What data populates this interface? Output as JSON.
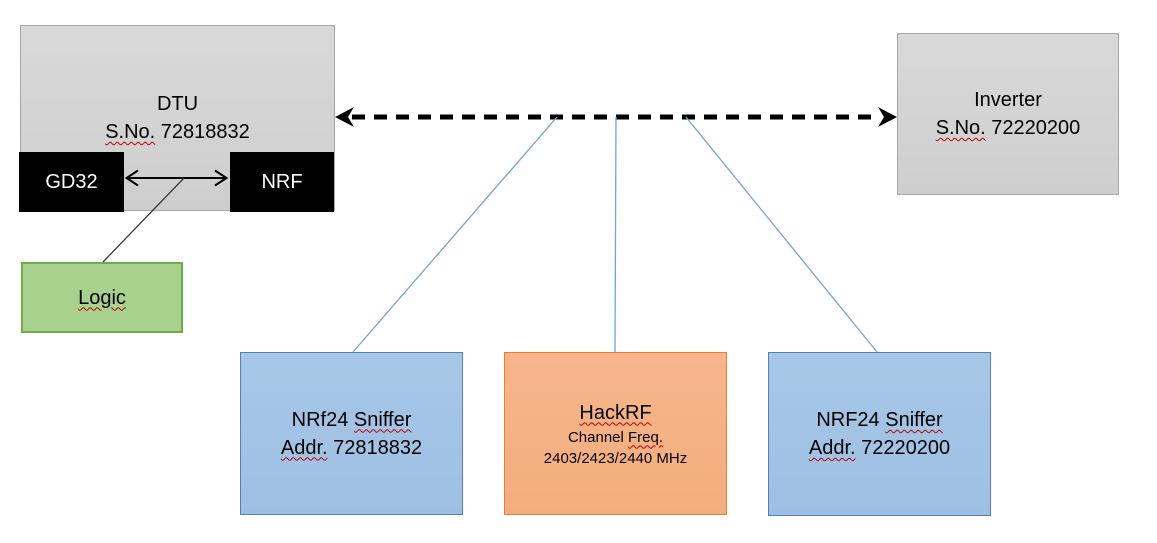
{
  "nodes": {
    "dtu": {
      "name": "DTU",
      "serial_label": "S.No.",
      "serial_value": "72818832"
    },
    "gd32": {
      "label": "GD32"
    },
    "nrf": {
      "label": "NRF"
    },
    "logic": {
      "label": "Logic"
    },
    "inverter": {
      "name": "Inverter",
      "serial_label": "S.No.",
      "serial_value": "72220200"
    },
    "sniffer_left": {
      "title": "NRf24",
      "title2": "Sniffer",
      "addr_label": "Addr.",
      "addr_value": "72818832"
    },
    "hackrf": {
      "title": "HackRF",
      "channel_label": "Channel",
      "freq_label": "Freq.",
      "frequencies": "2403/2423/2440 MHz"
    },
    "sniffer_right": {
      "title": "NRF24",
      "title2": "Sniffer",
      "addr_label": "Addr.",
      "addr_value": "72220200"
    }
  },
  "colors": {
    "gray_fill": "#d4d4d4",
    "gray_border": "#a8a8a8",
    "black_fill": "#000000",
    "green_fill": "#a9d18e",
    "green_border": "#70ad47",
    "blue_fill": "#a2c3e4",
    "blue_border": "#4e81bd",
    "orange_fill": "#f5b183",
    "orange_border": "#ed7d31",
    "connector_blue": "#71a4d9",
    "arrow_black": "#000000",
    "spellcheck_red": "#c00000"
  }
}
